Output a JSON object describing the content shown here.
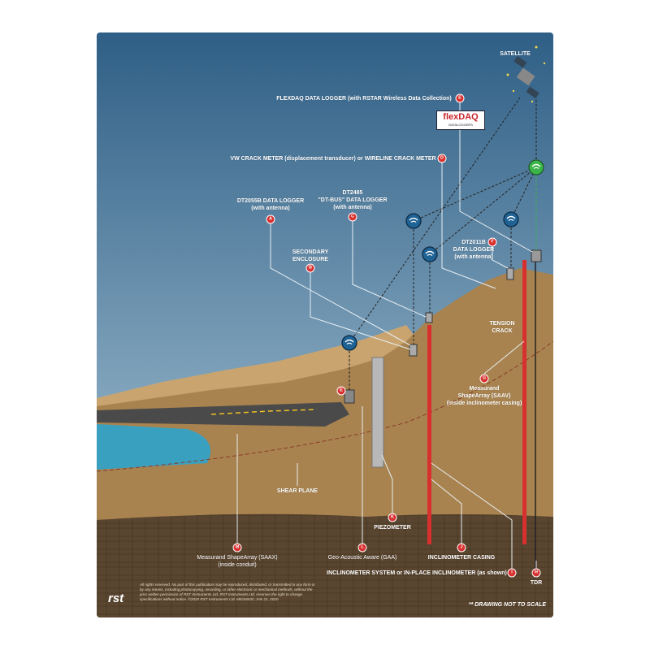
{
  "labels": {
    "satellite": "SATELLITE",
    "flexdaq": "FLEXDAQ DATA LOGGER (with RSTAR Wireless Data Collection)",
    "vw": "VW CRACK METER (displacement transducer) or WIRELINE CRACK METER",
    "dt2055b_1": "DT2055B DATA LOGGER",
    "dt2055b_2": "(with antenna)",
    "dt2485_1": "DT2485",
    "dt2485_2": "\"DT-BUS\" DATA LOGGER",
    "dt2485_3": "(with antenna)",
    "secondary_1": "SECONDARY",
    "secondary_2": "ENCLOSURE",
    "dt2011b_1": "DT2011B",
    "dt2011b_2": "DATA LOGGER",
    "dt2011b_3": "(with antenna)",
    "tension_1": "TENSION",
    "tension_2": "CRACK",
    "saav_1": "Measurand",
    "saav_2": "ShapeArray (SAAV)",
    "saav_3": "(inside inclinometer casing)",
    "shear": "SHEAR PLANE",
    "piezo": "PIEZOMETER",
    "saax_1": "Measurand ShapeArray (SAAX)",
    "saax_2": "(inside conduit)",
    "gaa": "Geo-Acoustic Aware (GAA)",
    "casing": "INCLINOMETER CASING",
    "inclin": "INCLINOMETER SYSTEM or IN-PLACE INCLINOMETER (as shown)",
    "tdr": "TDR"
  },
  "badges": {
    "A": "A",
    "B": "B",
    "C": "C",
    "D": "D",
    "E": "E",
    "F": "F",
    "G": "G",
    "H": "H",
    "I": "I",
    "J": "J",
    "K": "K",
    "L": "L",
    "M": "M"
  },
  "logo": {
    "flexdaq": "flexDAQ",
    "flexdaq_sub": "DATALOGGERS",
    "rst": "rst"
  },
  "footer": {
    "copyright": "All rights reserved. No part of this publication may be reproduced, distributed, or transmitted in any form or by any means, including photocopying, recording, or other electronic or mechanical methods, without the prior written permission of RST Instruments Ltd. RST Instruments Ltd. reserves the right to change specifications without notice. ©2020 RST Instruments Ltd. MIG0453C JAN 21, 2020",
    "note": "** DRAWING NOT TO SCALE"
  },
  "colors": {
    "sky_top": "#2f5f86",
    "sky_bottom": "#b3cedd",
    "soil": "#a8834f",
    "bedrock": "#5a4630",
    "badge": "#d8302f",
    "wifi_blue": "#1f6294",
    "wifi_green": "#3bb54a"
  }
}
